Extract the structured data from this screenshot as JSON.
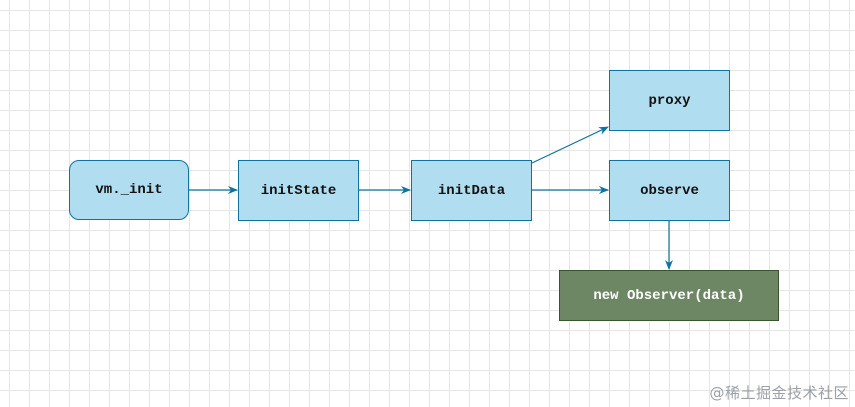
{
  "diagram": {
    "nodes": {
      "vm_init": "vm._init",
      "init_state": "initState",
      "init_data": "initData",
      "proxy": "proxy",
      "observe": "observe",
      "new_observer": "new Observer(data)"
    }
  },
  "watermark": "@稀土掘金技术社区",
  "colors": {
    "node_fill": "#b1ddf0",
    "node_border": "#10739e",
    "observer_fill": "#6d8764",
    "observer_border": "#3a5431",
    "edge": "#10739e",
    "grid": "#e6e6e6"
  }
}
